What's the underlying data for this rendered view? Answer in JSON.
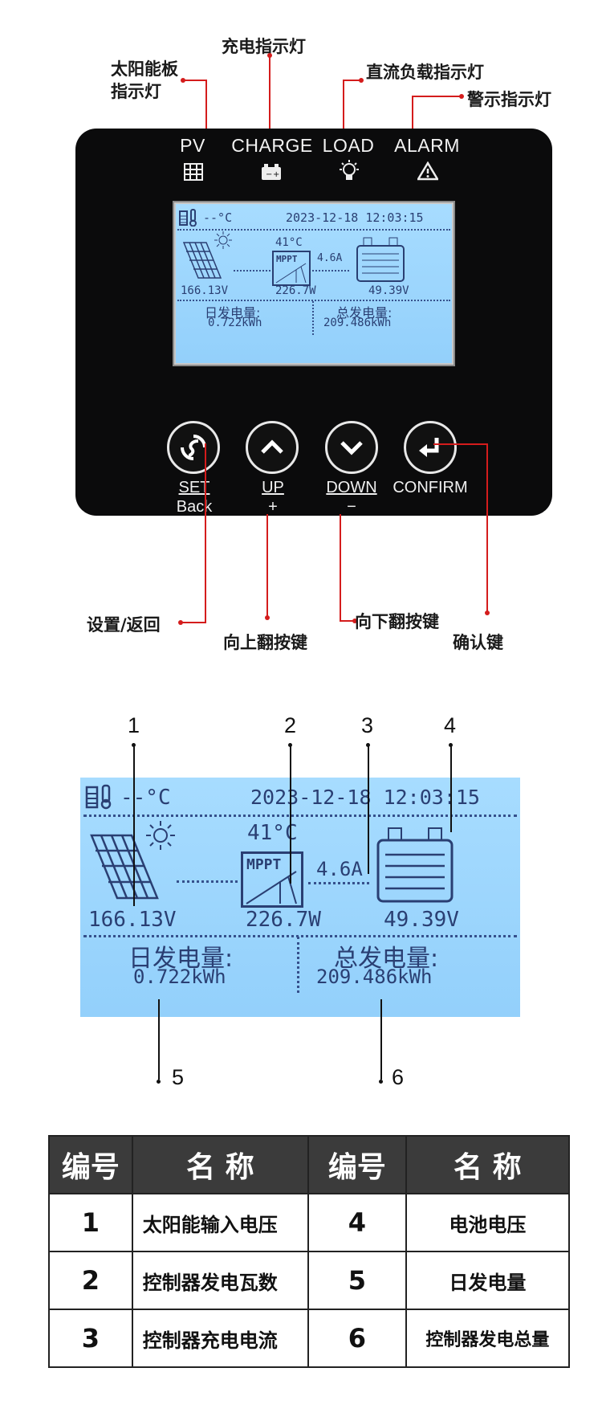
{
  "callouts": {
    "pv_indicator": "太阳能板\n指示灯",
    "charge_indicator": "充电指示灯",
    "load_indicator": "直流负载指示灯",
    "alarm_indicator": "警示指示灯",
    "set_back_key": "设置/返回",
    "up_key": "向上翻按键",
    "down_key": "向下翻按键",
    "confirm_key": "确认键"
  },
  "indicators": [
    {
      "label": "PV",
      "icon": "grid-panel-icon"
    },
    {
      "label": "CHARGE",
      "icon": "battery-icon"
    },
    {
      "label": "LOAD",
      "icon": "bulb-icon"
    },
    {
      "label": "ALARM",
      "icon": "warning-icon"
    }
  ],
  "lcd": {
    "temp_battery": "--°C",
    "datetime": "2023-12-18 12:03:15",
    "pv_voltage": "166.13V",
    "controller_temp": "41°C",
    "mppt_label": "MPPT",
    "power": "226.7W",
    "current": "4.6A",
    "battery_voltage": "49.39V",
    "daily_label": "日发电量:",
    "daily_value": "0.722kWh",
    "total_label": "总发电量:",
    "total_value": "209.486kWh"
  },
  "buttons": {
    "set_top": "SET",
    "set_bottom": "Back",
    "up_top": "UP",
    "up_bottom": "+",
    "down_top": "DOWN",
    "down_bottom": "−",
    "confirm": "CONFIRM"
  },
  "numbers": [
    "1",
    "2",
    "3",
    "4",
    "5",
    "6"
  ],
  "table": {
    "headers": [
      "编号",
      "名 称",
      "编号",
      "名 称"
    ],
    "rows": [
      {
        "n1": "1",
        "name1": "太阳能输入电压",
        "n2": "4",
        "name2": "电池电压"
      },
      {
        "n1": "2",
        "name1": "控制器发电瓦数",
        "n2": "5",
        "name2": "日发电量"
      },
      {
        "n1": "3",
        "name1": "控制器充电电流",
        "n2": "6",
        "name2": "控制器发电总量"
      }
    ]
  },
  "colors": {
    "lcd_bg": "#9fd7ff",
    "lcd_text": "#2a3f73",
    "leader": "#d41c1c",
    "panel": "#0b0b0c",
    "table_header": "#3b3b3b"
  }
}
